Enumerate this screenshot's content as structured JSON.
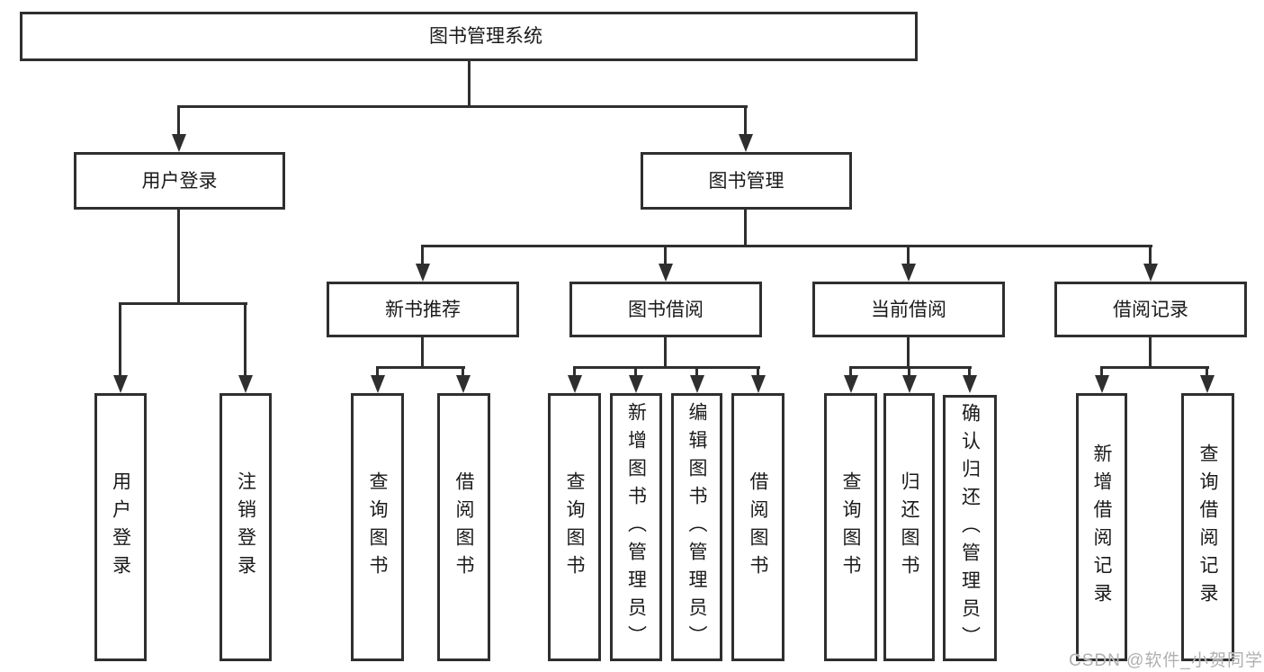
{
  "diagram": {
    "type": "hierarchy-chart",
    "colors": {
      "line": "#2f2f2f",
      "text": "#1a1a1a",
      "background": "#ffffff",
      "watermark": "#b0b0b0"
    },
    "watermark": "CSDN @软件_小贺同学",
    "nodes": {
      "root": {
        "label": "图书管理系统"
      },
      "user_group": {
        "label": "用户登录"
      },
      "book_mgmt": {
        "label": "图书管理"
      },
      "new_book": {
        "label": "新书推荐"
      },
      "book_borrow": {
        "label": "图书借阅"
      },
      "cur_borrow": {
        "label": "当前借阅"
      },
      "borrow_rec": {
        "label": "借阅记录"
      },
      "user_login": {
        "label": "用户登录"
      },
      "logout": {
        "label": "注销登录"
      },
      "nb_query": {
        "label": "查询图书"
      },
      "nb_borrow": {
        "label": "借阅图书"
      },
      "bb_query": {
        "label": "查询图书"
      },
      "bb_add": {
        "label": "新增图书（管理员）"
      },
      "bb_edit": {
        "label": "编辑图书（管理员）"
      },
      "bb_borrow": {
        "label": "借阅图书"
      },
      "cb_query": {
        "label": "查询图书"
      },
      "cb_return": {
        "label": "归还图书"
      },
      "cb_confirm": {
        "label": "确认归还（管理员）"
      },
      "br_add": {
        "label": "新增借阅记录"
      },
      "br_query": {
        "label": "查询借阅记录"
      }
    },
    "hierarchy": {
      "图书管理系统": [
        "用户登录",
        "图书管理"
      ],
      "用户登录": [
        "用户登录",
        "注销登录"
      ],
      "图书管理": [
        "新书推荐",
        "图书借阅",
        "当前借阅",
        "借阅记录"
      ],
      "新书推荐": [
        "查询图书",
        "借阅图书"
      ],
      "图书借阅": [
        "查询图书",
        "新增图书（管理员）",
        "编辑图书（管理员）",
        "借阅图书"
      ],
      "当前借阅": [
        "查询图书",
        "归还图书",
        "确认归还（管理员）"
      ],
      "借阅记录": [
        "新增借阅记录",
        "查询借阅记录"
      ]
    }
  }
}
